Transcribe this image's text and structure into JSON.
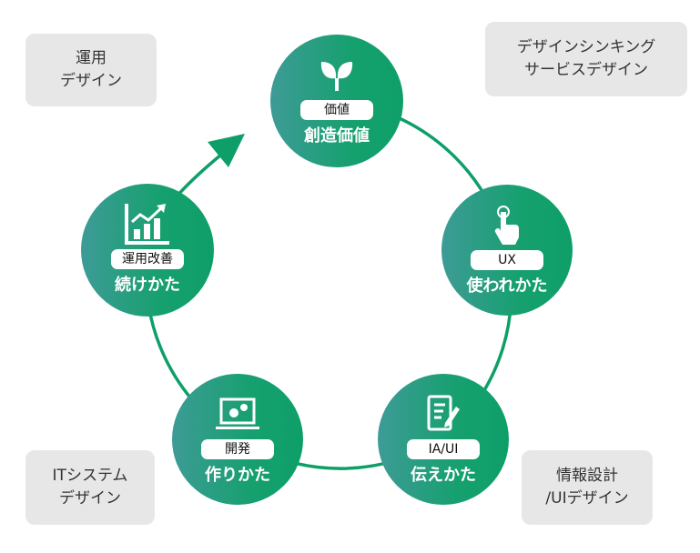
{
  "colors": {
    "ring": "#0e9f68",
    "box": "#e7e7e7",
    "node_left": "#3e9b96",
    "node_right": "#0e9f68"
  },
  "boxes": {
    "ops_design": "運用\nデザイン",
    "design_thinking": "デザインシンキング\nサービスデザイン",
    "it_system": "ITシステム\nデザイン",
    "info_design": "情報設計\n/UIデザイン"
  },
  "nodes": [
    {
      "icon": "sprout-icon",
      "tag": "価値",
      "title": "創造価値"
    },
    {
      "icon": "touch-hand-icon",
      "tag": "UX",
      "title": "使われかた"
    },
    {
      "icon": "notebook-pen-icon",
      "tag": "IA/UI",
      "title": "伝えかた"
    },
    {
      "icon": "laptop-gears-icon",
      "tag": "開発",
      "title": "作りかた"
    },
    {
      "icon": "growth-chart-icon",
      "tag": "運用改善",
      "title": "続けかた"
    }
  ]
}
